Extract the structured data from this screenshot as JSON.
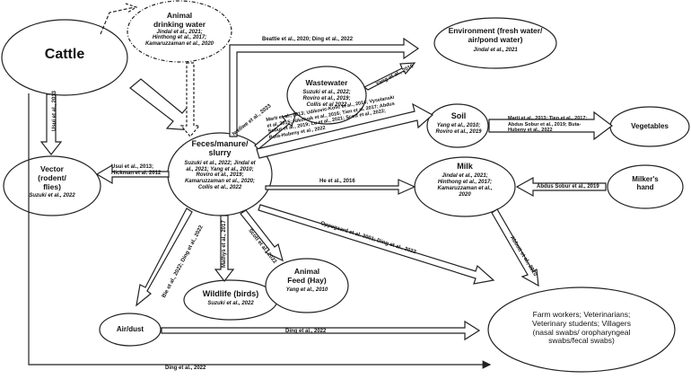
{
  "nodes": {
    "cattle": {
      "title": "Cattle"
    },
    "drinking_water": {
      "title": "Animal\ndrinking water",
      "citation": "Jindal et al., 2021;\nHinthong et al., 2017;\nKamaruzzaman et al., 2020"
    },
    "environment": {
      "title": "Environment (fresh water/ air/pond water)",
      "citation": "Jindal et al., 2021"
    },
    "wastewater": {
      "title": "Wastewater",
      "citation": "Suzuki et al., 2022;\nRoviro et al., 2019;\nCollis et al 2022"
    },
    "soil": {
      "title": "Soil",
      "citation": "Yang et al., 2010;\nRoviro et al., 2019"
    },
    "vegetables": {
      "title": "Vegetables"
    },
    "feces": {
      "title": "Feces/manure/\nslurry",
      "citation": "Suzuki et al., 2022; Jindal et\nal., 2021; Yang et al., 2010;\nRoviro et al., 2019;\nKamaruzzaman et al., 2020;\nCollis et al., 2022"
    },
    "vector": {
      "title": "Vector\n(rodent/\nflies)",
      "citation": "Suzuki et al., 2022"
    },
    "milk": {
      "title": "Milk",
      "citation": "Jindal et al., 2021;\nHinthong et al., 2017;\nKamaruzzaman et al.,\n2020"
    },
    "milkers_hand": {
      "title": "Milker's\nhand"
    },
    "wildlife": {
      "title": "Wildlife (birds)",
      "citation": "Suzuki et al., 2022"
    },
    "animal_feed": {
      "title": "Animal\nFeed (Hay)",
      "citation": "Yang et al., 2010"
    },
    "air_dust": {
      "title": "Air/dust"
    },
    "farm_workers": {
      "title": "Farm workers; Veterinarians;\nVeterinary students; Villagers\n(nasal swabs/ oropharyngeal\nswabs/fecal swabs)"
    }
  },
  "edges": {
    "to_environment": "Beattie et al., 2020; Ding et al., 2022",
    "to_wastewater": "Iweliwe et al., 2023",
    "wastewater_to_environment": "Yang et al., 2010",
    "to_soil": "Marti et al., 2013; Udikovic-Kolic et al., 2014; Vyselanski\net al. 2015; Nikolvak et al., 2016; Tien et al. 2017; Abdus\nSobur et al., 2019; Lu et al., 2021; Scott et al., 2022;\nButa-Hubeny et al., 2022",
    "soil_to_vegetables": "Marti et al., 2013; Tien et al., 2017;\nAbdus Sobur et al., 2019; Buta-\nHubeny et al., 2022",
    "cattle_to_vector": "Usui et al., 2013",
    "feces_to_vector": "Usui et al., 2013;\nHickman et al. 2012",
    "to_milk": "He et al., 2016",
    "hand_to_milk": "Abdus Sobur et al., 2019",
    "feces_to_farm": "Oppegaard et al. 2001; Ding et al., 2022",
    "milk_to_farm": "Abbott et al., 2020",
    "to_air": "Bie et al., 2022; Ding et al., 2022",
    "to_wildlife": "Mathys et al., 2017",
    "to_feed": "Scott et al., 2022",
    "air_to_farm": "Ding et al., 2022",
    "cattle_to_farm": "Ding et al., 2022"
  }
}
